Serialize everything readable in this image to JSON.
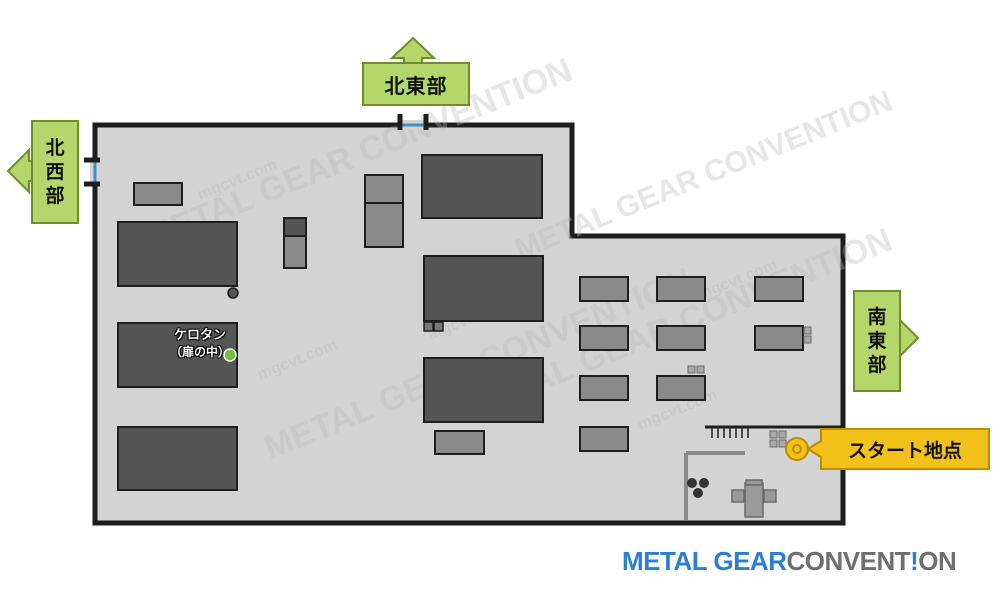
{
  "exits": {
    "north": "北東部",
    "northwest": [
      "北",
      "西",
      "部"
    ],
    "southeast": [
      "南",
      "東",
      "部"
    ]
  },
  "start": {
    "label": "スタート地点"
  },
  "item": {
    "name": "ケロタン",
    "location": "（扉の中）"
  },
  "branding": {
    "part1": "METAL GEAR",
    "part2": "CONVENT",
    "part3": "!",
    "part4": "ON"
  },
  "watermark": {
    "text1": "METAL GEAR CONVENTION",
    "text2": "mgcvt.com"
  },
  "colors": {
    "floor": "#d3d3d3",
    "wall": "#1e1e1e",
    "block": "#555555",
    "exit_green": "#b5d66a",
    "start_yellow": "#f3c21a",
    "door_blue": "#3a8fd0",
    "item_green": "#6fbf3b",
    "brand_blue": "#2a7fd4"
  }
}
